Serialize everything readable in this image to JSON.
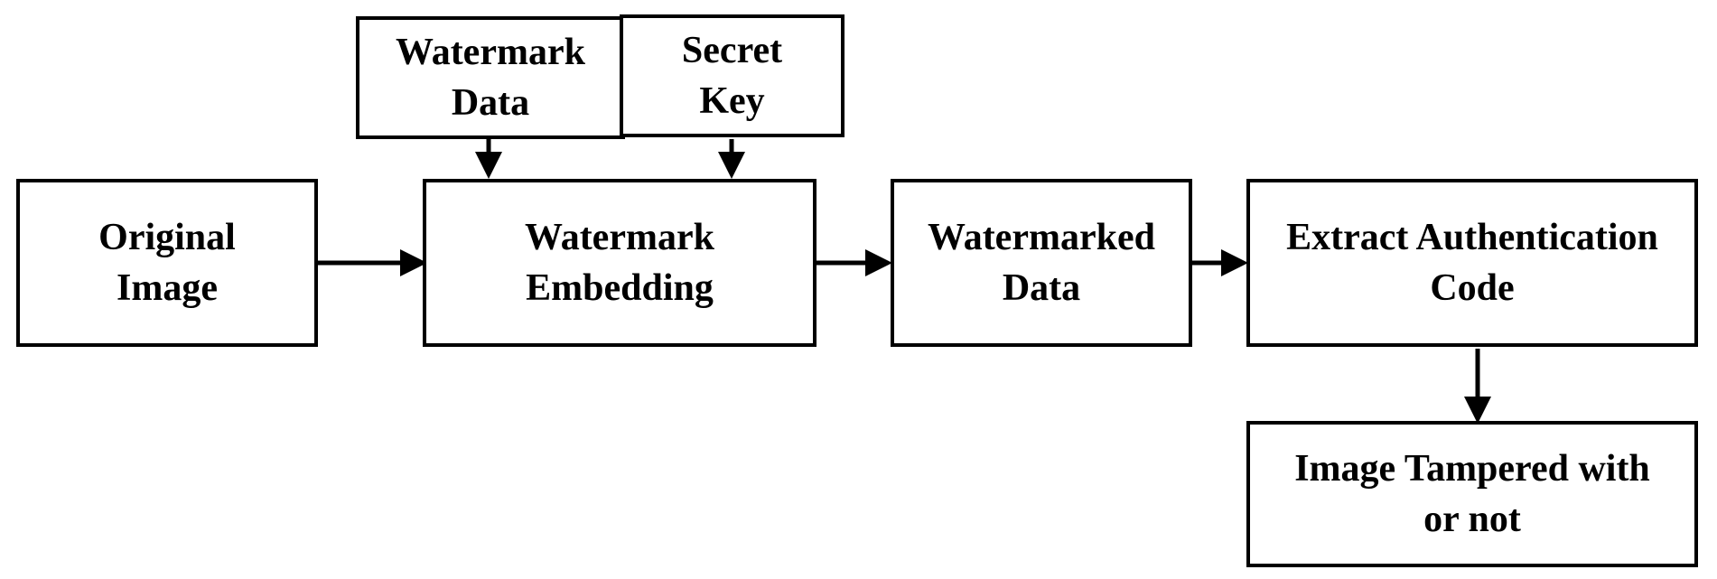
{
  "diagram": {
    "line_color": "#000000",
    "nodes": {
      "original_image": {
        "line1": "Original",
        "line2": "Image"
      },
      "watermark_data": {
        "line1": "Watermark",
        "line2": "Data"
      },
      "secret_key": {
        "line1": "Secret",
        "line2": "Key"
      },
      "watermark_embedding": {
        "line1": "Watermark",
        "line2": "Embedding"
      },
      "watermarked_data": {
        "line1": "Watermarked",
        "line2": "Data"
      },
      "extract_auth_code": {
        "line1": "Extract Authentication",
        "line2": "Code"
      },
      "tamper_result": {
        "line1": "Image Tampered with",
        "line2": "or not"
      }
    },
    "edges": [
      {
        "from": "original_image",
        "to": "watermark_embedding"
      },
      {
        "from": "watermark_data",
        "to": "watermark_embedding"
      },
      {
        "from": "secret_key",
        "to": "watermark_embedding"
      },
      {
        "from": "watermark_embedding",
        "to": "watermarked_data"
      },
      {
        "from": "watermarked_data",
        "to": "extract_auth_code"
      },
      {
        "from": "extract_auth_code",
        "to": "tamper_result"
      }
    ]
  }
}
